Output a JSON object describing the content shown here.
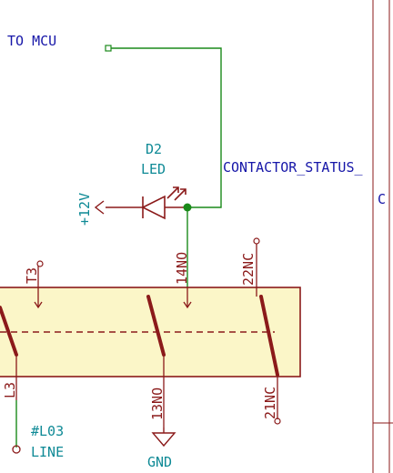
{
  "colors": {
    "background": "#ffffff",
    "wire": "#1a8a1a",
    "component": "#8b1a1a",
    "label": "#0f8a96",
    "net_label": "#1616a8",
    "contactor_fill": "#fbf6c8",
    "junction": "#1a8a1a"
  },
  "labels": {
    "to_mcu": "TO MCU",
    "contactor_status": "CONTACTOR_STATUS_",
    "d2_ref": "D2",
    "d2_value": "LED",
    "v12": "+12V",
    "pin_14no": "14NO",
    "pin_22nc": "22NC",
    "pin_t3": "T3",
    "pin_l3": "L3",
    "pin_13no": "13NO",
    "pin_21nc": "21NC",
    "l03_net": "#L03",
    "line": "LINE",
    "gnd": "GND",
    "right_letter": "C"
  }
}
